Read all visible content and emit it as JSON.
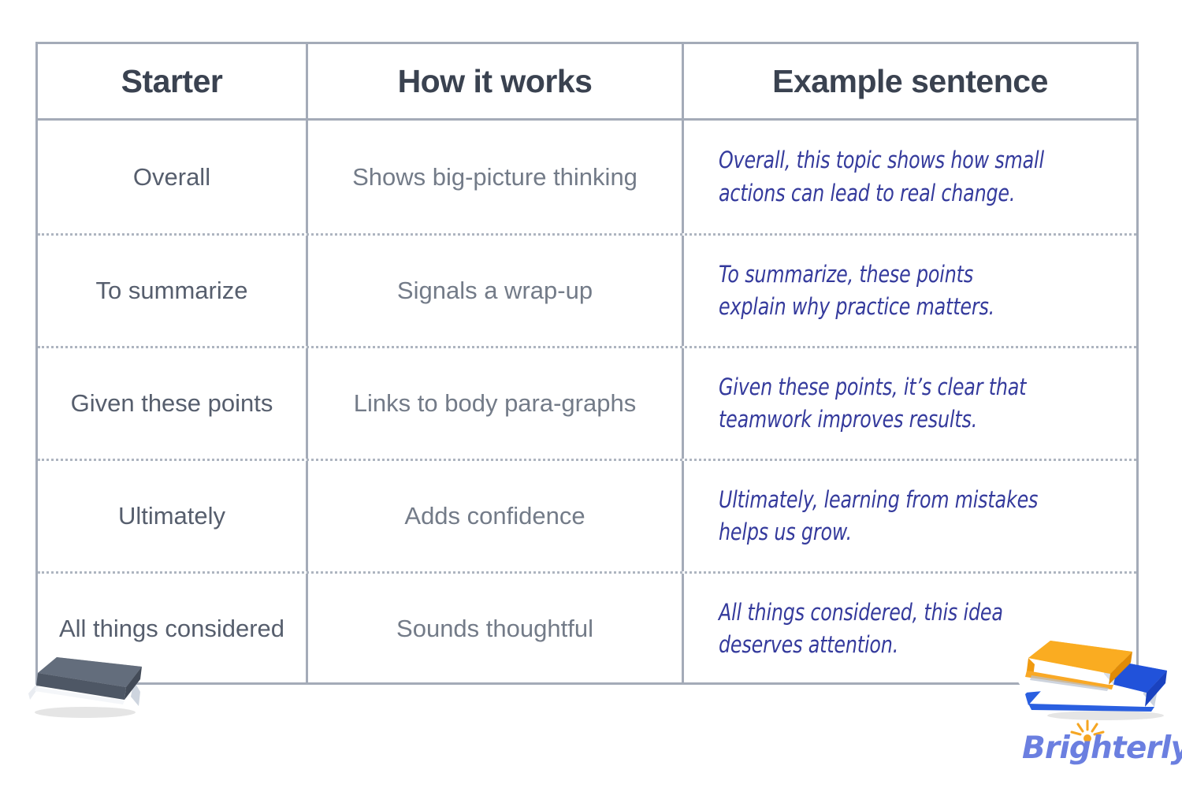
{
  "page": {
    "background_color": "#ffffff",
    "table_border_color": "#a4abb8",
    "row_divider_style": "dotted",
    "header_text_color": "#3a4250",
    "starter_text_color": "#565e6d",
    "how_text_color": "#737b88",
    "handwriting_color": "#343a9c"
  },
  "table": {
    "columns": [
      {
        "key": "starter",
        "label": "Starter"
      },
      {
        "key": "how_it_works",
        "label": "How it works"
      },
      {
        "key": "example_sentence",
        "label": "Example sentence"
      }
    ],
    "rows": [
      {
        "starter": "Overall",
        "how_it_works": "Shows big-picture thinking",
        "example_sentence": "Overall, this topic shows how small actions can lead to real change."
      },
      {
        "starter": "To summarize",
        "how_it_works": "Signals a wrap-up",
        "example_sentence": "To summarize, these points explain why practice matters."
      },
      {
        "starter": "Given these points",
        "how_it_works": "Links to body para-graphs",
        "example_sentence": "Given these points, it’s clear that teamwork improves results."
      },
      {
        "starter": "Ultimately",
        "how_it_works": "Adds confidence",
        "example_sentence": "Ultimately, learning from mistakes helps us grow."
      },
      {
        "starter": "All things considered",
        "how_it_works": "Sounds thoughtful",
        "example_sentence": "All things considered, this idea deserves attention."
      }
    ]
  },
  "decorations": {
    "book_left": {
      "icon": "closed-book-icon",
      "cover_color": "#5c6675",
      "page_color": "#ffffff"
    },
    "books_right": {
      "icon": "stacked-books-icon",
      "top_book_color": "#f9a825",
      "bottom_book_color": "#1f4fd8",
      "page_color": "#ffffff"
    }
  },
  "branding": {
    "name": "Brighterly",
    "text_color": "#6b7fe0",
    "sun_color": "#f5a623",
    "sun_icon": "sunburst-icon"
  }
}
